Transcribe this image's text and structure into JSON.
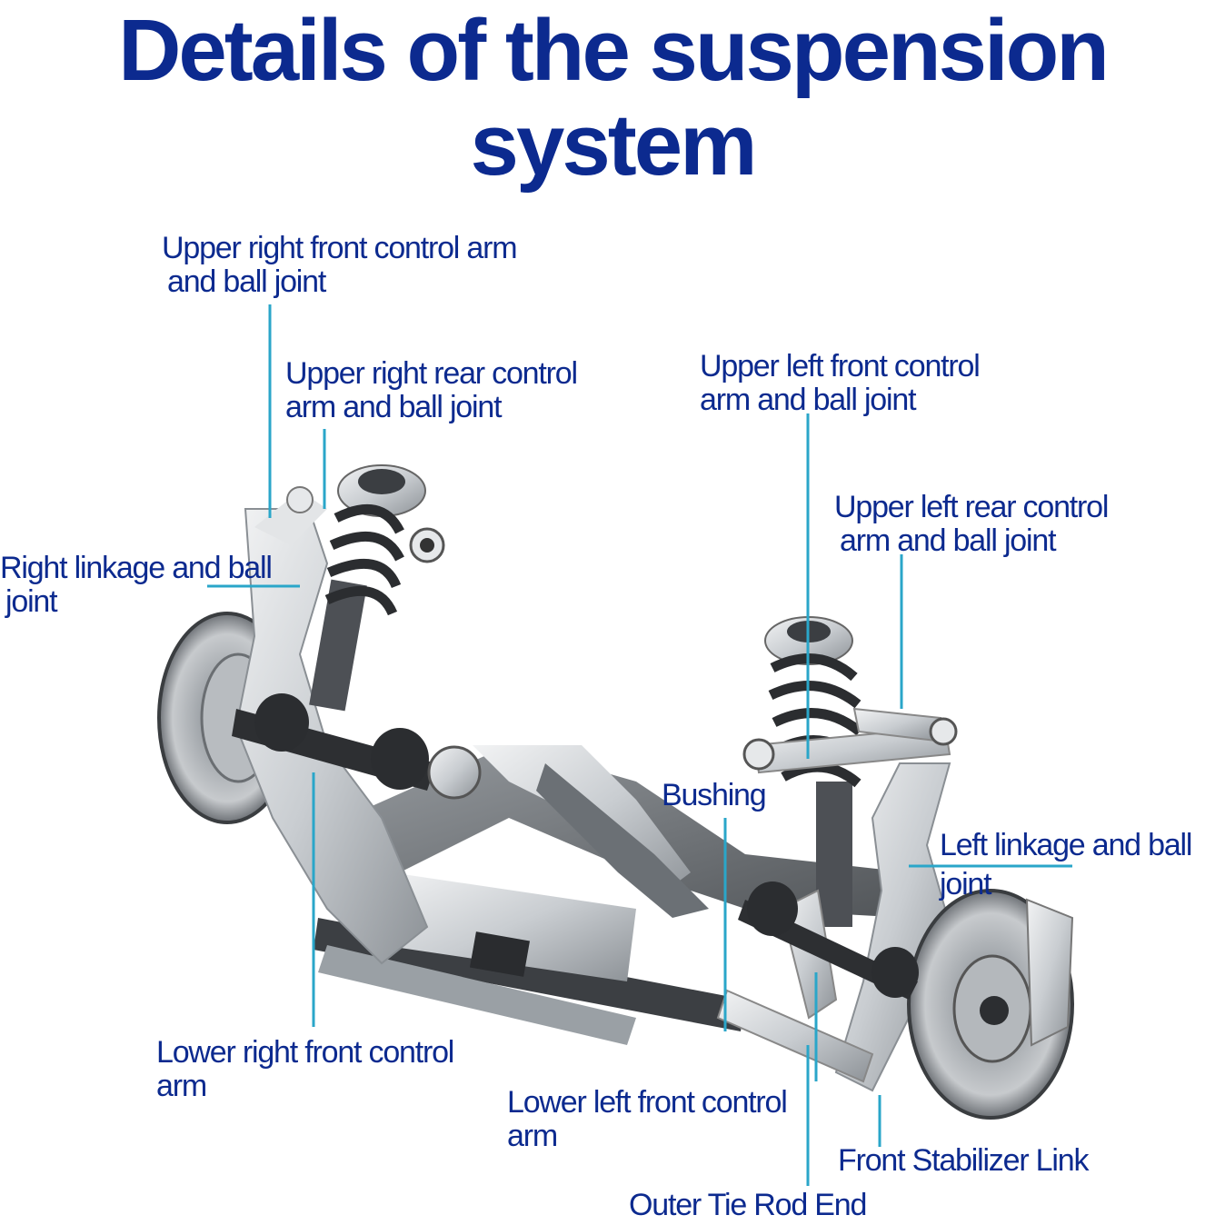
{
  "title": {
    "line1": "Details of the suspension",
    "line2": "system"
  },
  "colors": {
    "text": "#0c2a8f",
    "leader": "#2aa6c9",
    "metal_light": "#d9dcdf",
    "metal_dark": "#5a5e63",
    "spring": "#2b2d30"
  },
  "labels": {
    "upper_right_front": {
      "line1": "Upper right front control arm",
      "line2": "and ball joint"
    },
    "upper_right_rear": {
      "line1": "Upper right rear control",
      "line2": "arm and ball joint"
    },
    "right_linkage": {
      "line1": "Right linkage and ball",
      "line2": "joint"
    },
    "upper_left_front": {
      "line1": "Upper left front control",
      "line2": "arm and ball joint"
    },
    "upper_left_rear": {
      "line1": "Upper left rear control",
      "line2": "arm and ball joint"
    },
    "bushing": {
      "line1": "Bushing"
    },
    "left_linkage": {
      "line1": "Left linkage and ball",
      "line2": "joint"
    },
    "lower_right_front": {
      "line1": "Lower right front control",
      "line2": "arm"
    },
    "lower_left_front": {
      "line1": "Lower left front control",
      "line2": "arm"
    },
    "front_stabilizer": {
      "line1": "Front Stabilizer Link"
    },
    "outer_tie_rod": {
      "line1": "Outer Tie Rod End"
    }
  }
}
